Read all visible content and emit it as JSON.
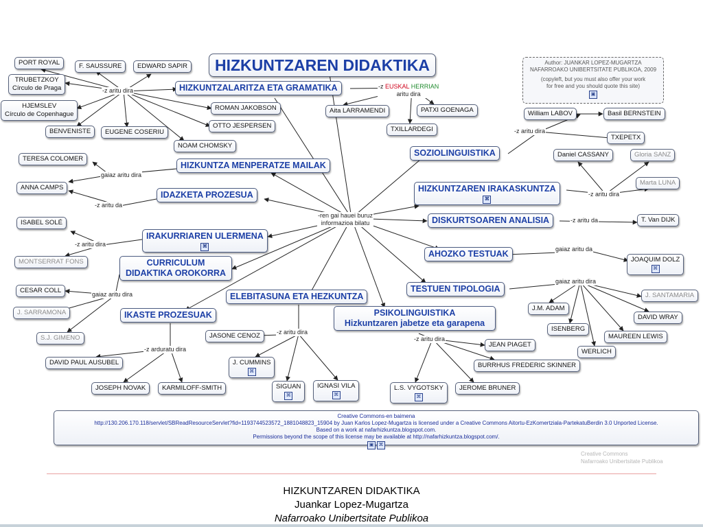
{
  "title": "HIZKUNTZAREN DIDAKTIKA",
  "author_note": {
    "lines": [
      "Author: JUANKAR LOPEZ-MUGARTZA",
      "NAFARROAKO UNIBERTSITATE PUBLIKOA, 2009",
      "(copyleft, but you must also offer your work",
      "for free and you should quote this site)"
    ]
  },
  "center": {
    "line1": "-ren gai hauei buruz",
    "line2": "informazioa bilatu"
  },
  "topics": {
    "gramatika": "HIZKUNTZALARITZA ETA GRAMATIKA",
    "menperatze": "HIZKUNTZA MENPERATZE MAILAK",
    "idazketa": "IDAZKETA PROZESUA",
    "irakurriaren": "IRAKURRIAREN ULERMENA",
    "curriculum_1": "CURRICULUM",
    "curriculum_2": "DIDAKTIKA OROKORRA",
    "ikaste": "IKASTE PROZESUAK",
    "elebitasuna": "ELEBITASUNA ETA HEZKUNTZA",
    "psiko_1": "PSIKOLINGUISTIKA",
    "psiko_2": "Hizkuntzaren jabetze eta garapena",
    "testuen": "TESTUEN TIPOLOGIA",
    "ahozko": "AHOZKO TESTUAK",
    "diskurtso": "DISKURTSOAREN ANALISIA",
    "irakaskuntza": "HIZKUNTZAREN IRAKASKUNTZA",
    "sozio": "SOZIOLINGUISTIKA"
  },
  "people": {
    "port_royal": "PORT ROYAL",
    "saussure": "F. SAUSSURE",
    "sapir": "EDWARD SAPIR",
    "trubetzkoy_1": "TRUBETZKOY",
    "trubetzkoy_2": "Círculo de Praga",
    "hjemslev_1": "HJEMSLEV",
    "hjemslev_2": "Círculo de Copenhague",
    "benveniste": "BENVENISTE",
    "coseriu": "EUGENE COSERIU",
    "chomsky": "NOAM CHOMSKY",
    "jakobson": "ROMAN JAKOBSON",
    "jespersen": "OTTO JESPERSEN",
    "larramendi": "Aita LARRAMENDI",
    "goenaga": "PATXI GOENAGA",
    "txillardegi": "TXILLARDEGI",
    "colomer": "TERESA COLOMER",
    "camps": "ANNA CAMPS",
    "sole": "ISABEL SOLÉ",
    "fons": "MONTSERRAT FONS",
    "coll": "CESAR COLL",
    "sarramona": "J. SARRAMONA",
    "gimeno": "S.J. GIMENO",
    "ausubel": "DAVID PAUL AUSUBEL",
    "novak": "JOSEPH NOVAK",
    "karmiloff": "KARMILOFF-SMITH",
    "cenoz": "JASONE CENOZ",
    "cummins": "J. CUMMINS",
    "siguan": "SIGUAN",
    "vila": "IGNASI VILA",
    "vygotsky": "L.S. VYGOTSKY",
    "bruner": "JEROME BRUNER",
    "piaget": "JEAN PIAGET",
    "skinner": "BURRHUS FREDERIC SKINNER",
    "labov": "William LABOV",
    "bernstein": "Basil BERNSTEIN",
    "txepetx": "TXEPETX",
    "cassany": "Daniel CASSANY",
    "gloria": "Gloria SANZ",
    "marta": "Marta LUNA",
    "vandijk": "T. Van DIJK",
    "dolz": "JOAQUIM DOLZ",
    "santamaria": "J. SANTAMARIA",
    "adam": "J.M. ADAM",
    "isenberg": "ISENBERG",
    "wray": "DAVID WRAY",
    "lewis": "MAUREEN LEWIS",
    "werlich": "WERLICH"
  },
  "labels": {
    "z_aritu_dira": "-z aritu dira",
    "z_aritu_da": "-z aritu da",
    "gaiaz_aritu_dira": "gaiaz aritu dira",
    "gaiaz_aritu_da": "gaiaz aritu da",
    "z_arduratu_dira": "-z arduratu dira",
    "euskal_prefix": "-z ",
    "euskal_e": "EUSKAL",
    "euskal_sep": " ",
    "euskal_h": "HERRIAN",
    "euskal_line2": "aritu dira"
  },
  "license": {
    "title": "Creative Commons-en baimena",
    "line1": "http://130.206.170.118/servlet/SBReadResourceServlet?fid=1193744523572_1881048823_15904 by Juan Karlos Lopez-Mugartza is licensed under a Creative Commons Aitortu-EzKomertziala-PartekatuBerdin 3.0 Unported License.",
    "line2": "Based on a work at nafarhizkuntza.blogspot.com.",
    "line3": "Permissions beyond the scope of this license may be available at http://nafarhizkuntza.blogspot.com/."
  },
  "ghost_text": [
    "Creative Commons",
    "Nafarroako Unibertsitate Publikoa"
  ],
  "footer": {
    "title": "HIZKUNTZAREN DIDAKTIKA",
    "author": "Juankar Lopez-Mugartza",
    "institution": "Nafarroako Unibertsitate Publikoa"
  },
  "colors": {
    "topic": "#1c3fa6",
    "edge": "#222222",
    "grey_name": "#8a8a8a",
    "footer_rule": "#e9a0a0"
  }
}
